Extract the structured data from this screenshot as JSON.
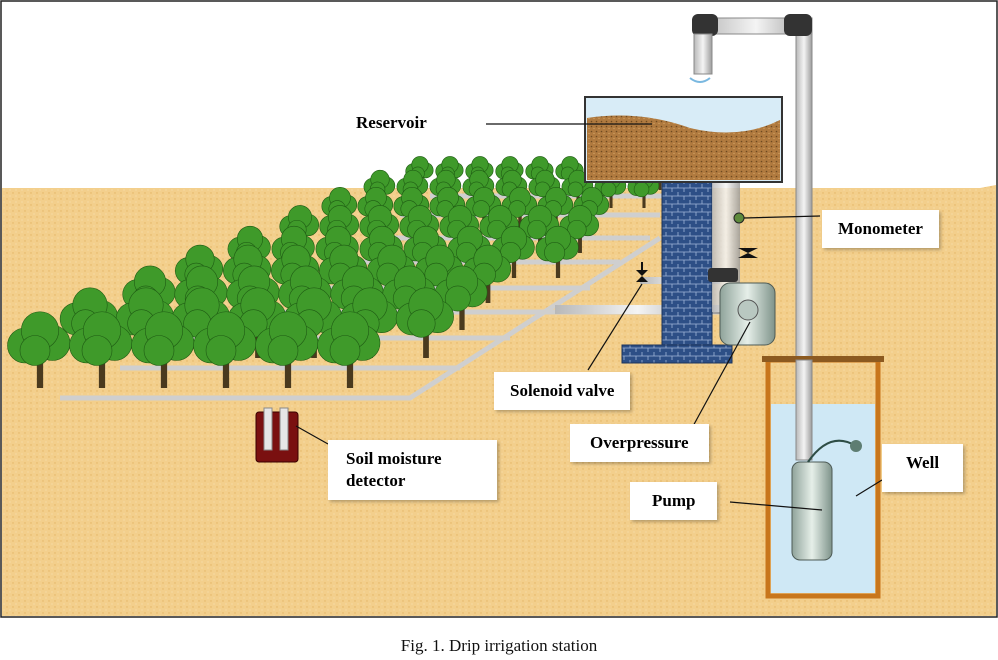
{
  "labels": {
    "reservoir": "Reservoir",
    "monometer": "Monometer",
    "solenoid_valve": "Solenoid valve",
    "overpressure": "Overpressure",
    "well": "Well",
    "pump": "Pump",
    "soil_moisture_detector_line1": "Soil moisture",
    "soil_moisture_detector_line2": "detector"
  },
  "caption": "Fig. 1.  Drip irrigation station",
  "colors": {
    "sky": "#ffffff",
    "ground": "#f3cf8c",
    "tree_foliage": "#3f9a2a",
    "tree_trunk": "#4a3a1e",
    "pipe": "#d9d9d9",
    "tower_brick": "#2d4f86",
    "water": "#cfe8f5",
    "well_frame": "#c8761c",
    "reservoir_soil": "#b07a3f",
    "probe_box": "#7a1010"
  }
}
